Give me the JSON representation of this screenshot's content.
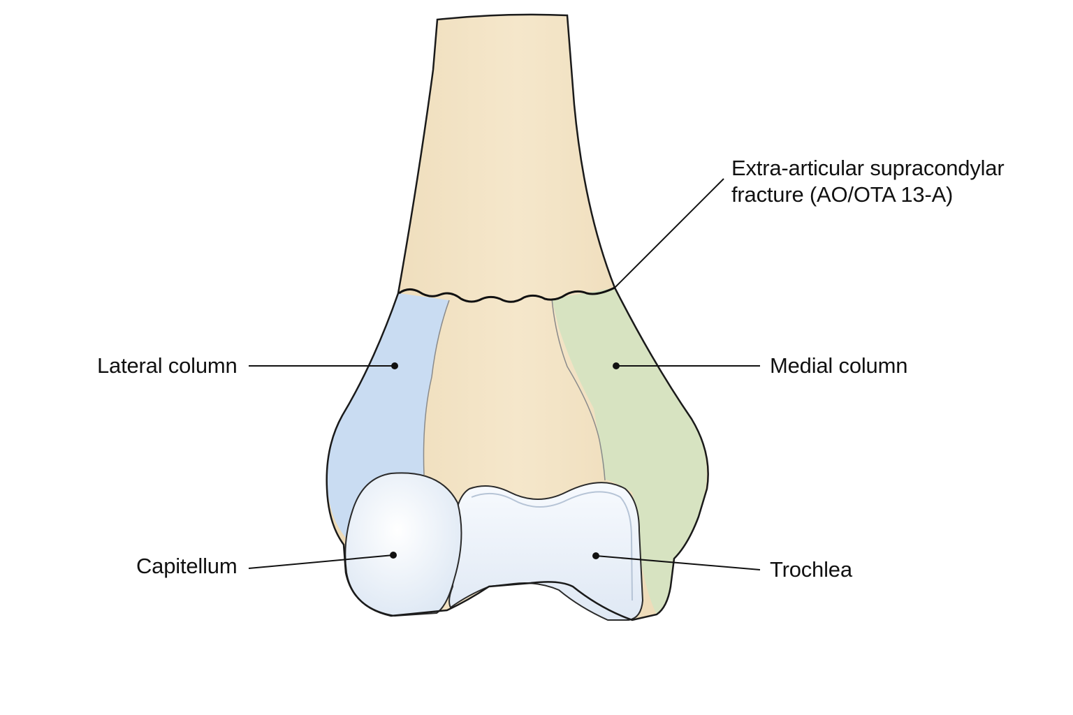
{
  "labels": {
    "fracture_line1": "Extra-articular supracondylar",
    "fracture_line2": "fracture (AO/OTA 13-A)",
    "lateral_column": "Lateral column",
    "medial_column": "Medial column",
    "capitellum": "Capitellum",
    "trochlea": "Trochlea"
  },
  "colors": {
    "bone_shaft": "#f2e2c2",
    "lateral_column": "#c9dcf2",
    "medial_column": "#d7e3c1",
    "articular_surface": "#eef4fb",
    "outline": "#1a1a1a"
  }
}
